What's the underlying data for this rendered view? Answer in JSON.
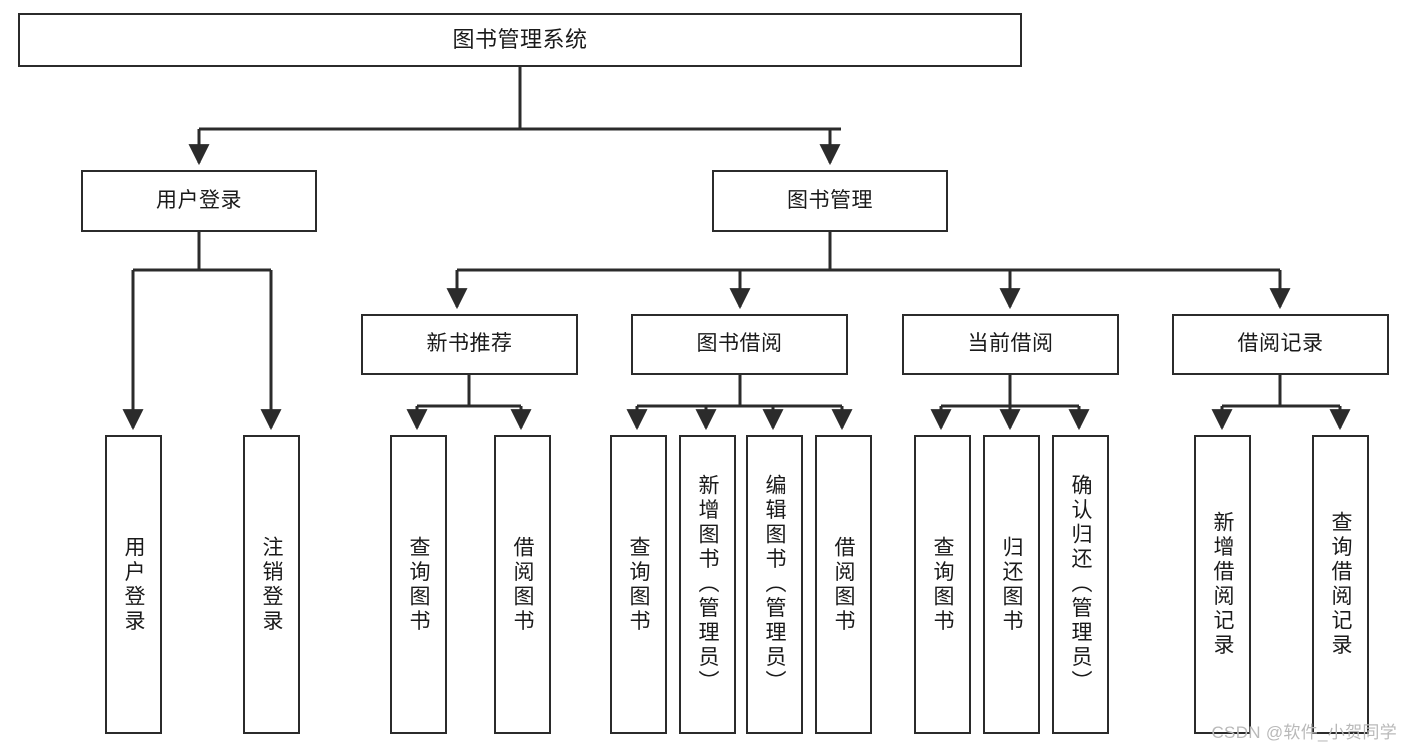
{
  "diagram": {
    "title": "图书管理系统",
    "type": "功能结构图",
    "watermark": "CSDN @软件_小贺同学",
    "colors": {
      "border": "#2b2b2b",
      "background": "#ffffff",
      "text": "#1a1a1a",
      "watermark": "#b9b9b9"
    },
    "root": {
      "label": "图书管理系统"
    },
    "level2": [
      {
        "label": "用户登录"
      },
      {
        "label": "图书管理"
      }
    ],
    "level3": [
      {
        "label": "新书推荐"
      },
      {
        "label": "图书借阅"
      },
      {
        "label": "当前借阅"
      },
      {
        "label": "借阅记录"
      }
    ],
    "leaves": [
      {
        "label": "用户登录"
      },
      {
        "label": "注销登录"
      },
      {
        "label": "查询图书"
      },
      {
        "label": "借阅图书"
      },
      {
        "label": "查询图书"
      },
      {
        "label": "新增图书（管理员）"
      },
      {
        "label": "编辑图书（管理员）"
      },
      {
        "label": "借阅图书"
      },
      {
        "label": "查询图书"
      },
      {
        "label": "归还图书"
      },
      {
        "label": "确认归还（管理员）"
      },
      {
        "label": "新增借阅记录"
      },
      {
        "label": "查询借阅记录"
      }
    ]
  },
  "chart_data": {
    "type": "tree",
    "title": "图书管理系统",
    "nodes": [
      {
        "id": "root",
        "label": "图书管理系统",
        "level": 1,
        "parent": null
      },
      {
        "id": "l2-0",
        "label": "用户登录",
        "level": 2,
        "parent": "root"
      },
      {
        "id": "l2-1",
        "label": "图书管理",
        "level": 2,
        "parent": "root"
      },
      {
        "id": "l3-0",
        "label": "新书推荐",
        "level": 3,
        "parent": "l2-1"
      },
      {
        "id": "l3-1",
        "label": "图书借阅",
        "level": 3,
        "parent": "l2-1"
      },
      {
        "id": "l3-2",
        "label": "当前借阅",
        "level": 3,
        "parent": "l2-1"
      },
      {
        "id": "l3-3",
        "label": "借阅记录",
        "level": 3,
        "parent": "l2-1"
      },
      {
        "id": "leaf-0",
        "label": "用户登录",
        "level": 4,
        "parent": "l2-0"
      },
      {
        "id": "leaf-1",
        "label": "注销登录",
        "level": 4,
        "parent": "l2-0"
      },
      {
        "id": "leaf-2",
        "label": "查询图书",
        "level": 4,
        "parent": "l3-0"
      },
      {
        "id": "leaf-3",
        "label": "借阅图书",
        "level": 4,
        "parent": "l3-0"
      },
      {
        "id": "leaf-4",
        "label": "查询图书",
        "level": 4,
        "parent": "l3-1"
      },
      {
        "id": "leaf-5",
        "label": "新增图书（管理员）",
        "level": 4,
        "parent": "l3-1"
      },
      {
        "id": "leaf-6",
        "label": "编辑图书（管理员）",
        "level": 4,
        "parent": "l3-1"
      },
      {
        "id": "leaf-7",
        "label": "借阅图书",
        "level": 4,
        "parent": "l3-1"
      },
      {
        "id": "leaf-8",
        "label": "查询图书",
        "level": 4,
        "parent": "l3-2"
      },
      {
        "id": "leaf-9",
        "label": "归还图书",
        "level": 4,
        "parent": "l3-2"
      },
      {
        "id": "leaf-10",
        "label": "确认归还（管理员）",
        "level": 4,
        "parent": "l3-2"
      },
      {
        "id": "leaf-11",
        "label": "新增借阅记录",
        "level": 4,
        "parent": "l3-3"
      },
      {
        "id": "leaf-12",
        "label": "查询借阅记录",
        "level": 4,
        "parent": "l3-3"
      }
    ]
  }
}
